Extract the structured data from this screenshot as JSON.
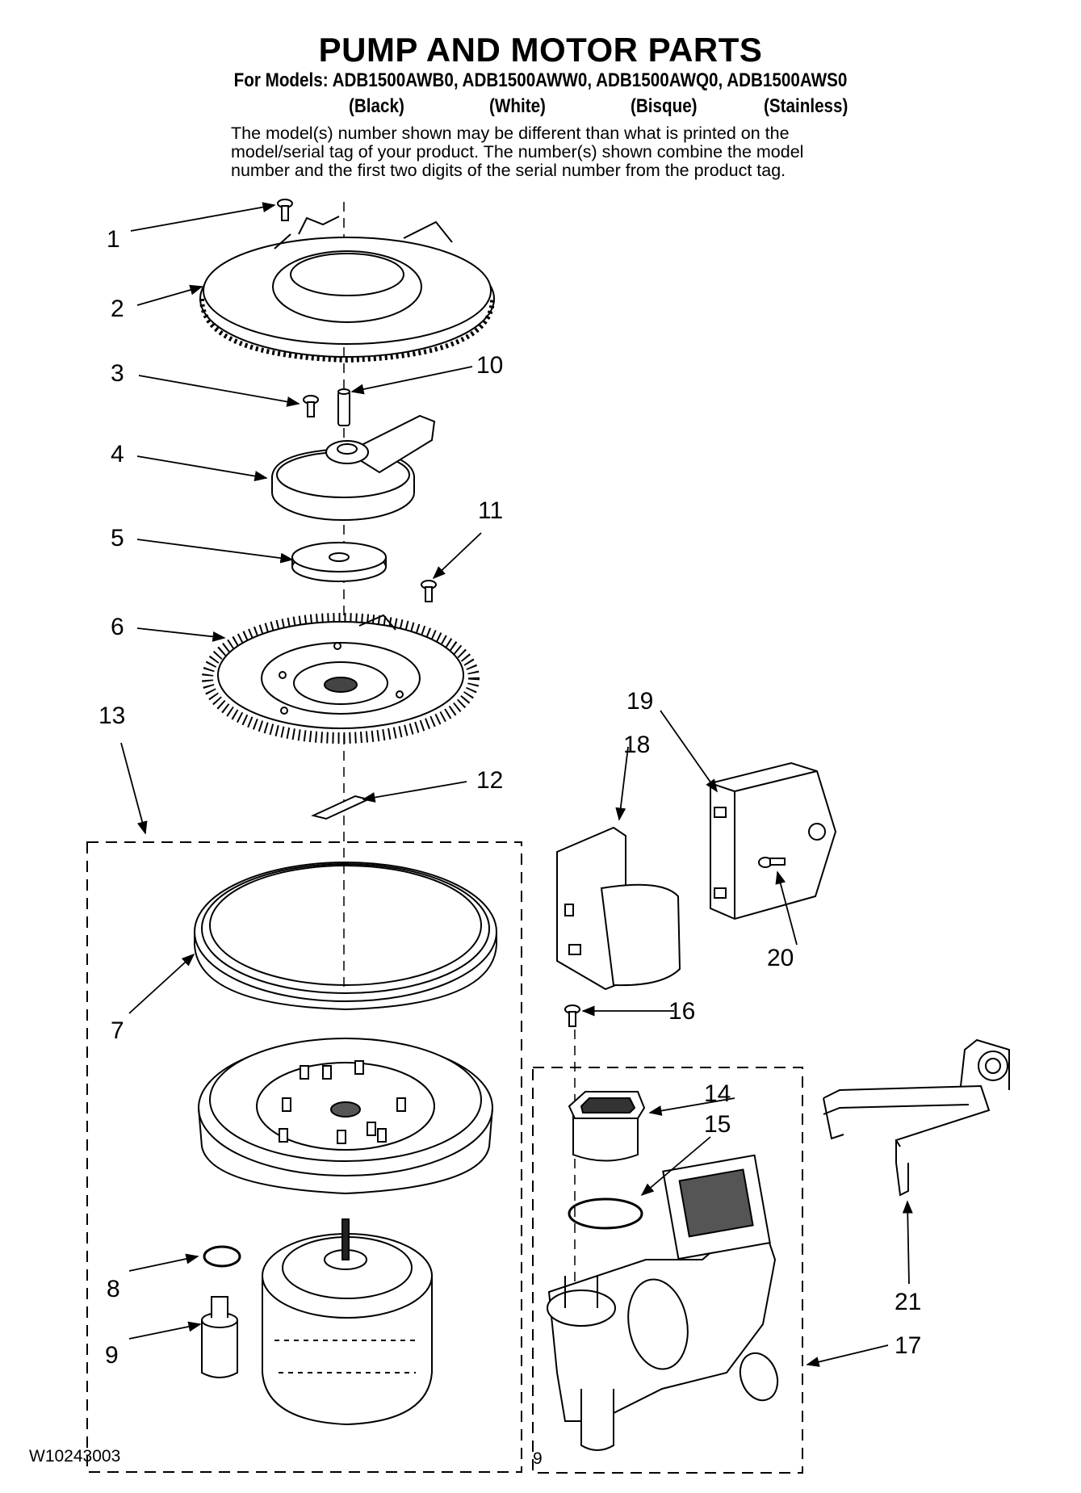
{
  "header": {
    "title": "PUMP AND MOTOR PARTS",
    "models_line": "For Models: ADB1500AWB0, ADB1500AWW0, ADB1500AWQ0, ADB1500AWS0",
    "variants": [
      "(Black)",
      "(White)",
      "(Bisque)",
      "(Stainless)"
    ],
    "note_lines": [
      "The model(s) number shown may be different than what is printed on the",
      "model/serial tag of your product. The number(s) shown combine the model",
      "number and the first two digits of the serial number from the product tag."
    ]
  },
  "callouts": {
    "c1": "1",
    "c2": "2",
    "c3": "3",
    "c4": "4",
    "c5": "5",
    "c6": "6",
    "c7": "7",
    "c8": "8",
    "c9": "9",
    "c10": "10",
    "c11": "11",
    "c12": "12",
    "c13": "13",
    "c14": "14",
    "c15": "15",
    "c16": "16",
    "c17": "17",
    "c18": "18",
    "c19": "19",
    "c20": "20",
    "c21": "21"
  },
  "footer": {
    "doc_code": "W10243003",
    "page_number": "9"
  }
}
